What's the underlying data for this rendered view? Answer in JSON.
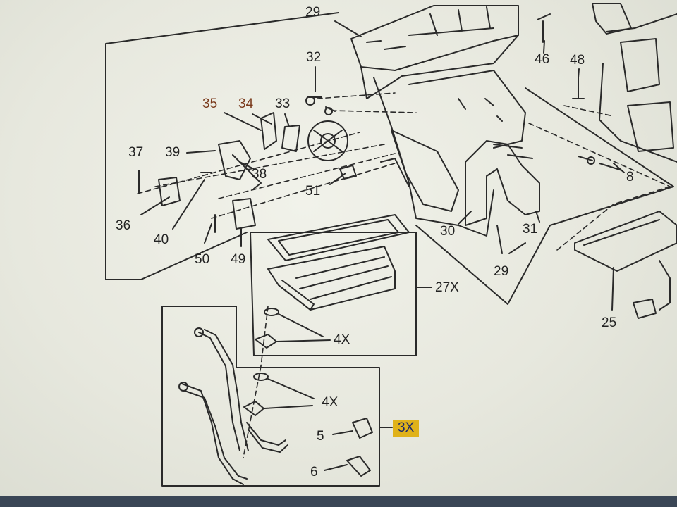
{
  "labels": {
    "l29_top": "29",
    "l32": "32",
    "l46": "46",
    "l48": "48",
    "l35": "35",
    "l34": "34",
    "l33": "33",
    "l37": "37",
    "l39": "39",
    "l38": "38",
    "l8": "8",
    "l51": "51",
    "l36": "36",
    "l40": "40",
    "l50": "50",
    "l49": "49",
    "l30": "30",
    "l31": "31",
    "l29_bottom": "29",
    "l27x": "27X",
    "l25": "25",
    "l4x_a": "4X",
    "l4x_b": "4X",
    "l5": "5",
    "l3x": "3X",
    "l6": "6"
  },
  "colors": {
    "background": "#e6e8df",
    "line": "#2a2a2a",
    "highlight": "#e0b21a",
    "highlight_text": "#1d2a6a",
    "brown_label": "#7a3a1c",
    "bottom_bar": "#3a4656"
  }
}
